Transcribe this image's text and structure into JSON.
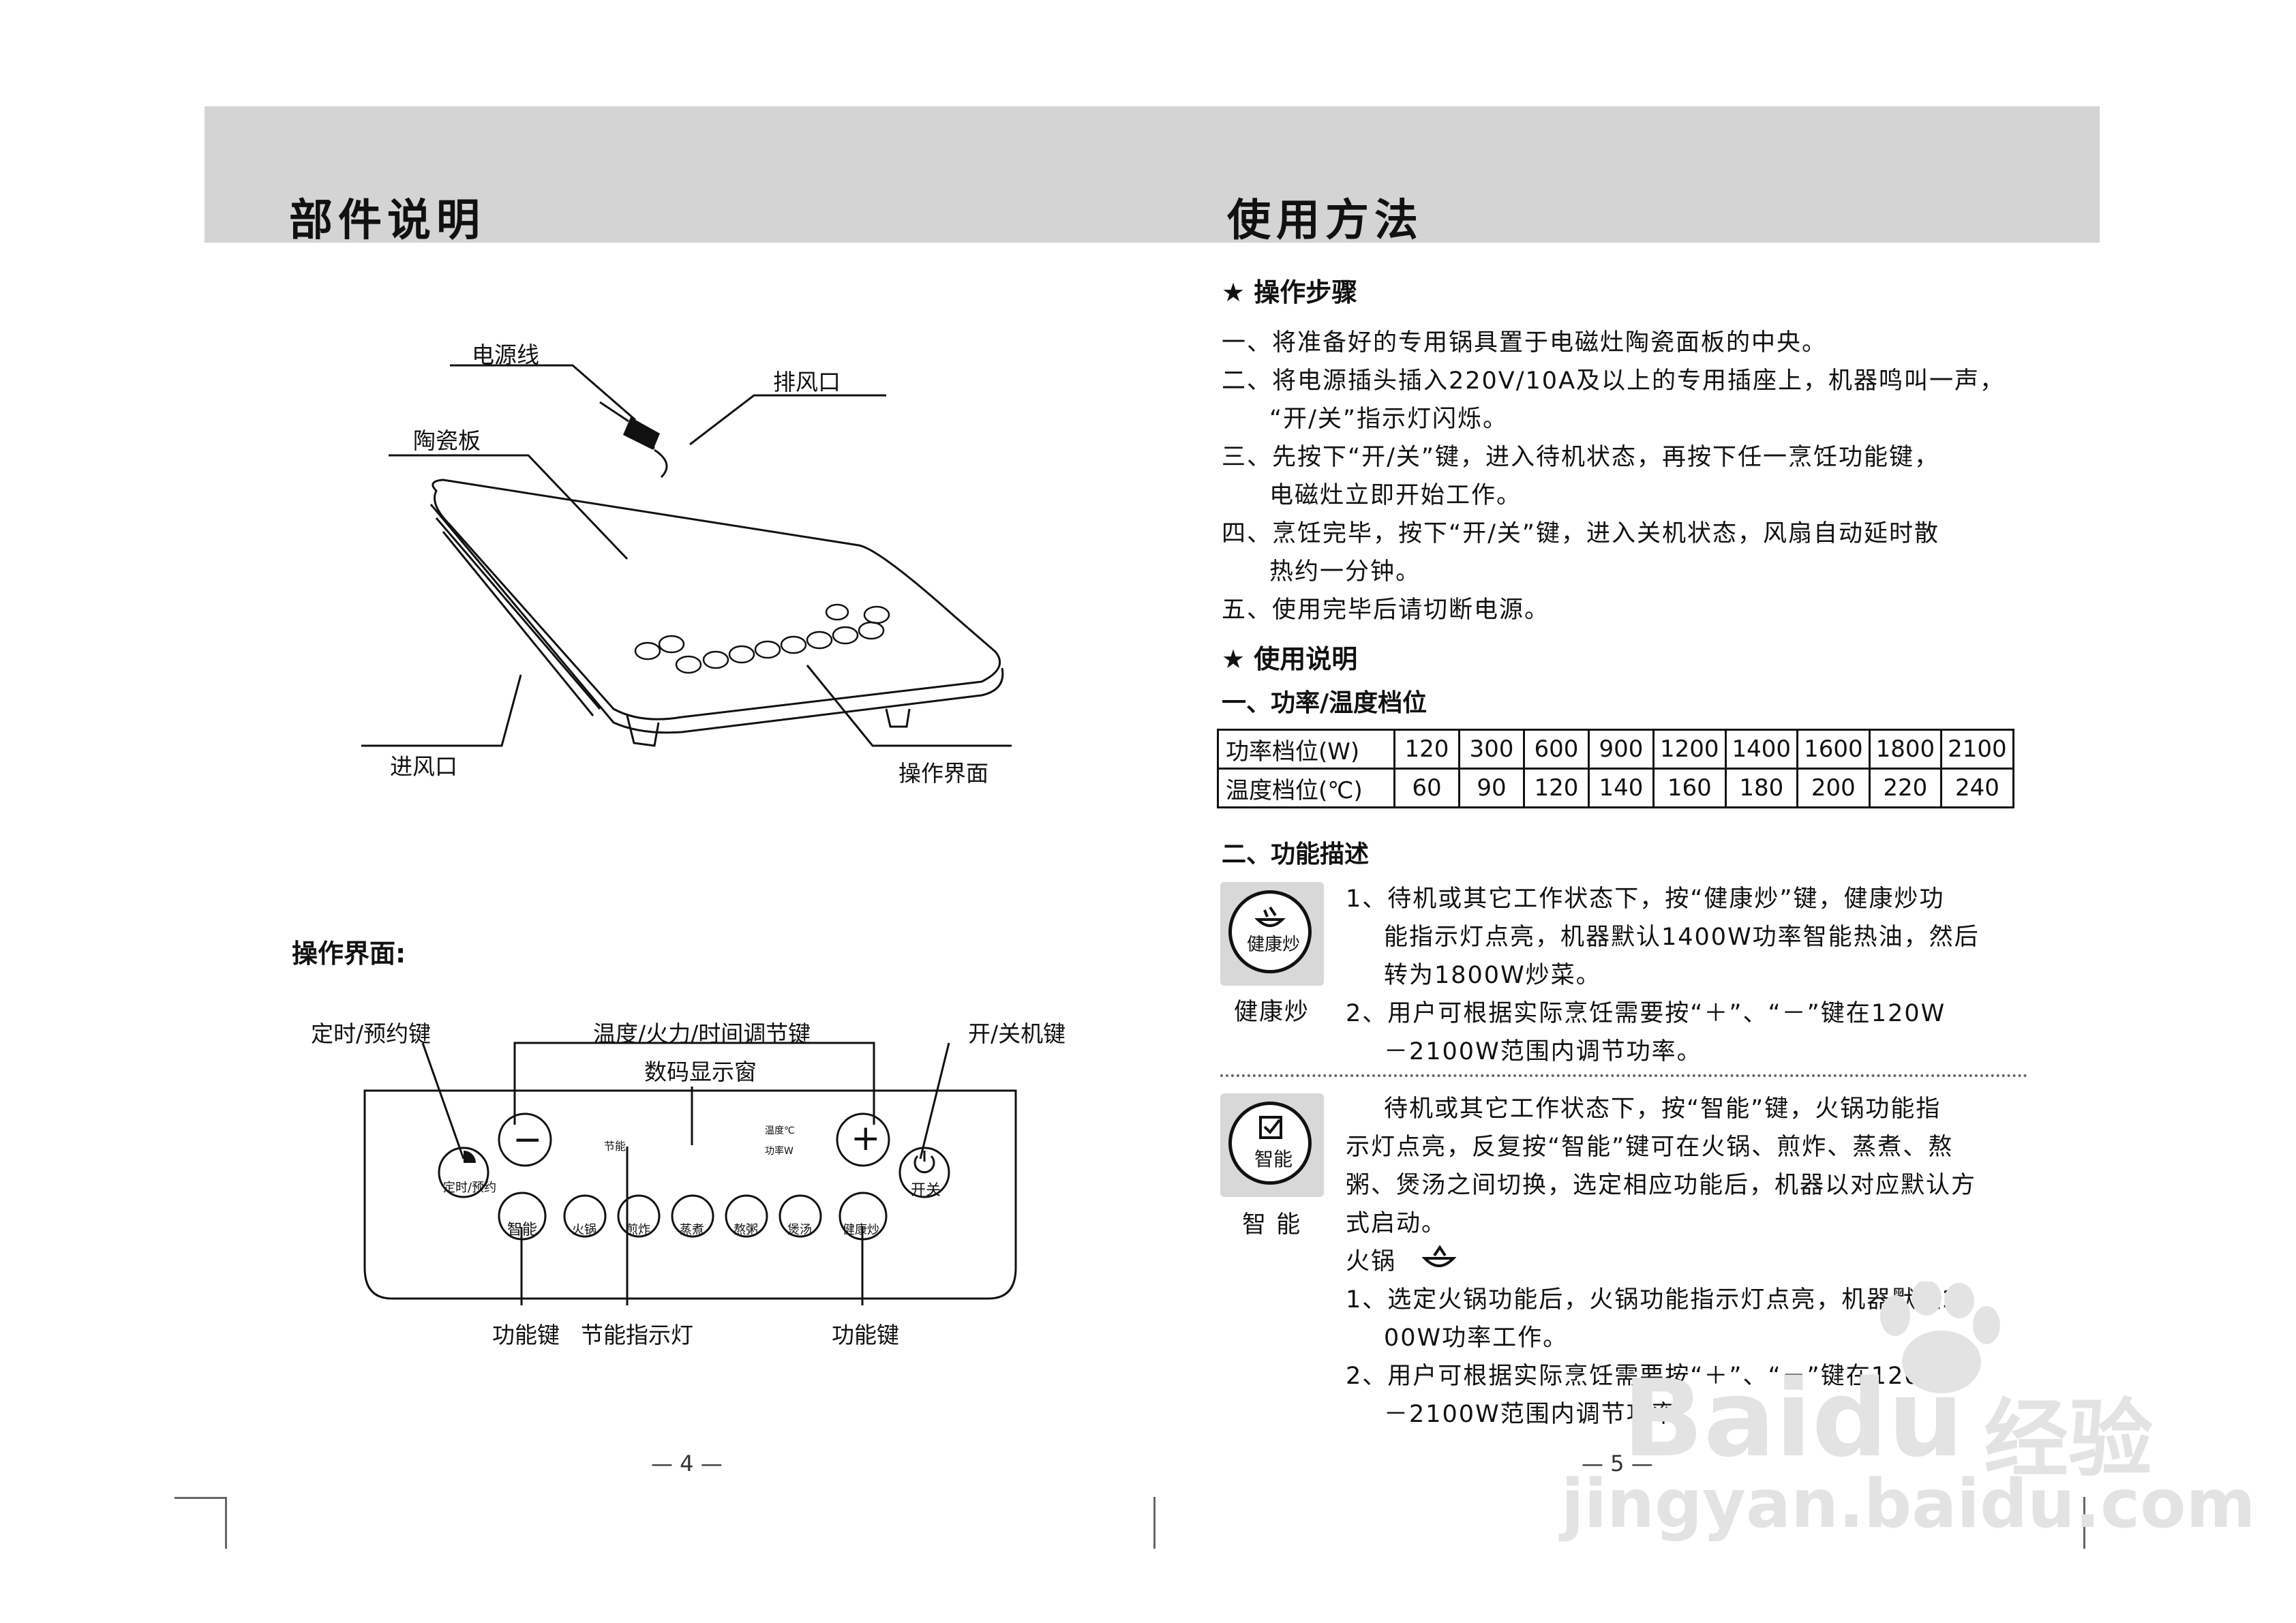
{
  "left_page": {
    "title": "部件说明",
    "callouts": {
      "power_cord": "电源线",
      "exhaust": "排风口",
      "ceramic_plate": "陶瓷板",
      "intake": "进风口",
      "panel": "操作界面"
    },
    "panel_heading": "操作界面:",
    "panel_labels": {
      "timer": "定时/预约键",
      "adjust": "温度/火力/时间调节键",
      "display": "数码显示窗",
      "power": "开/关机键",
      "func_left": "功能键",
      "eco": "节能指示灯",
      "func_right": "功能键"
    },
    "panel_keys": {
      "minus": "−",
      "plus": "+",
      "timer_key": "定时/预约",
      "power_key": "开关",
      "eco_text": "节能",
      "temp_text": "温度℃",
      "power_text": "功率W",
      "smart": "智能",
      "hotpot": "火锅",
      "fry": "煎炸",
      "steam": "蒸煮",
      "porridge": "熬粥",
      "soup": "煲汤",
      "healthy": "健康炒"
    },
    "page_number": "— 4 —"
  },
  "right_page": {
    "title": "使用方法",
    "steps_heading": "★ 操作步骤",
    "steps": [
      "一、将准备好的专用锅具置于电磁灶陶瓷面板的中央。",
      "二、将电源插头插入220V/10A及以上的专用插座上，机器鸣叫一声，",
      "“开/关”指示灯闪烁。",
      "三、先按下“开/关”键，进入待机状态，再按下任一烹饪功能键，",
      "电磁灶立即开始工作。",
      "四、烹饪完毕，按下“开/关”键，进入关机状态，风扇自动延时散",
      "热约一分钟。",
      "五、使用完毕后请切断电源。"
    ],
    "usage_heading": "★ 使用说明",
    "levels_heading": "一、功率/温度档位",
    "table": {
      "power_label": "功率档位(W)",
      "temp_label": "温度档位(℃)",
      "power": [
        "120",
        "300",
        "600",
        "900",
        "1200",
        "1400",
        "1600",
        "1800",
        "2100"
      ],
      "temp": [
        "60",
        "90",
        "120",
        "140",
        "160",
        "180",
        "200",
        "220",
        "240"
      ]
    },
    "func_heading": "二、功能描述",
    "healthy": {
      "icon_caption": "健康炒",
      "name": "健康炒",
      "lines": [
        "1、待机或其它工作状态下，按“健康炒”键，健康炒功",
        "能指示灯点亮，机器默认1400W功率智能热油，然后",
        "转为1800W炒菜。",
        "2、用户可根据实际烹饪需要按“＋”、“－”键在120W",
        "－2100W范围内调节功率。"
      ]
    },
    "smart": {
      "icon_caption": "智能",
      "name": "智 能",
      "lines": [
        "待机或其它工作状态下，按“智能”键，火锅功能指",
        "示灯点亮，反复按“智能”键可在火锅、煎炸、蒸煮、熬",
        "粥、煲汤之间切换，选定相应功能后，机器以对应默认方",
        "式启动。"
      ],
      "hotpot_title": "火锅",
      "hotpot_lines": [
        "1、选定火锅功能后，火锅功能指示灯点亮，机器默认21",
        "00W功率工作。",
        "2、用户可根据实际烹饪需要按“＋”、“－”键在120W",
        "－2100W范围内调节功率。"
      ]
    },
    "page_number": "— 5 —"
  },
  "watermark": {
    "brand": "Baidu",
    "brand_cn": "经验",
    "url": "jingyan.baidu.com"
  }
}
